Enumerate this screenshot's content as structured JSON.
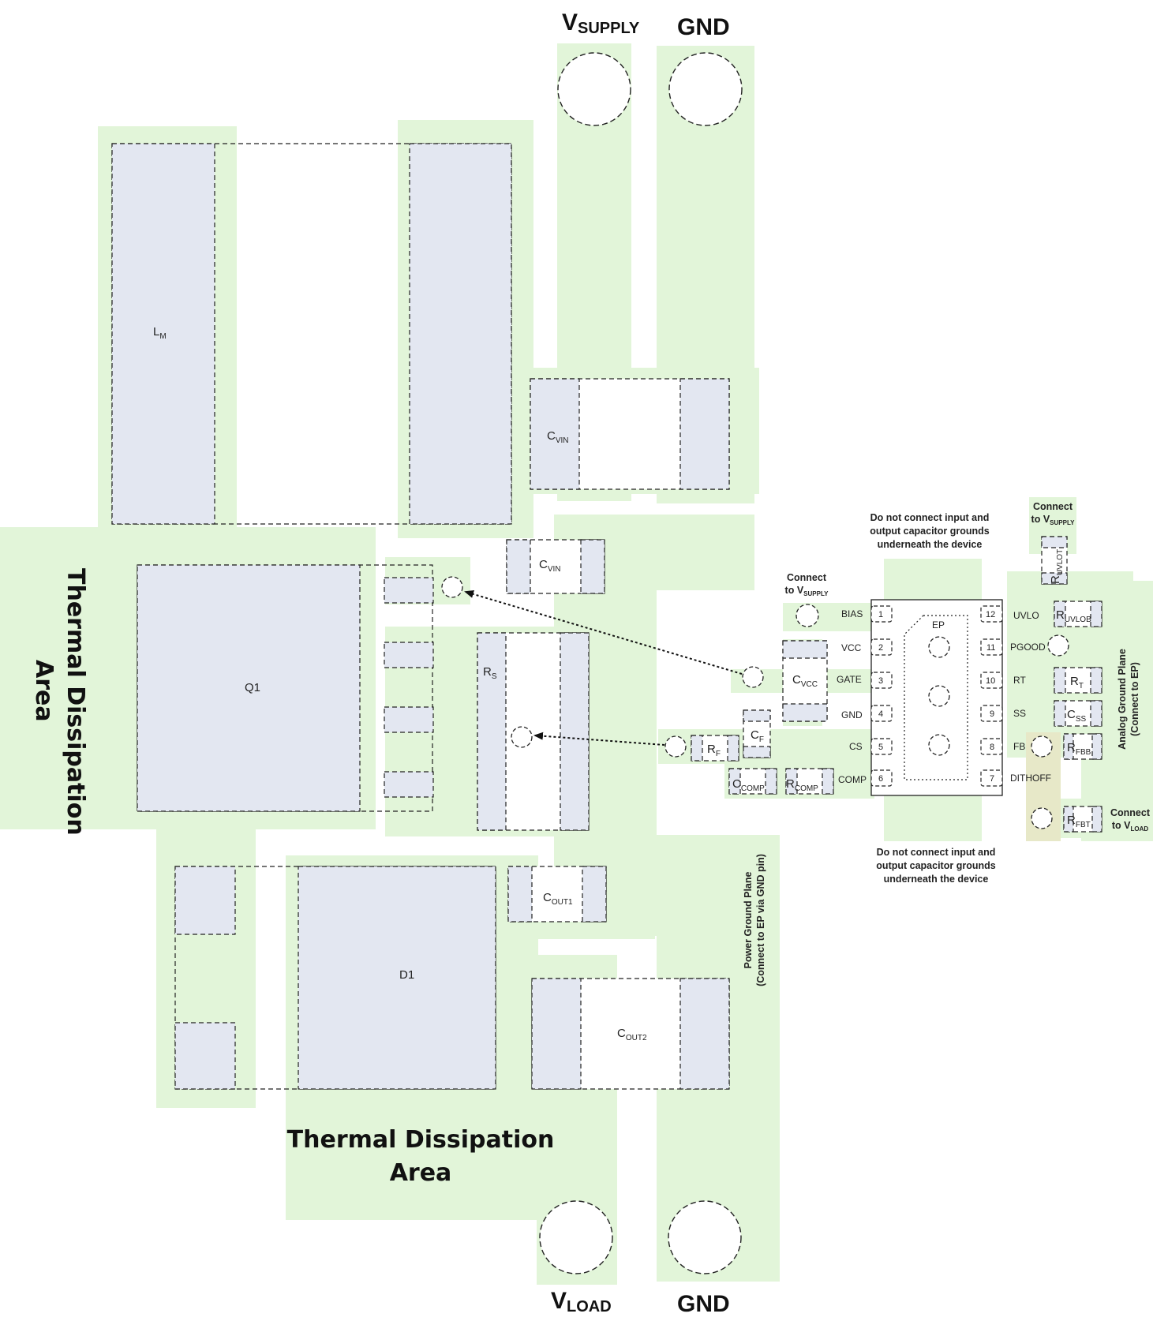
{
  "terminals": {
    "vsupply": {
      "main": "V",
      "sub": "SUPPLY"
    },
    "gnd_top": "GND",
    "vload": {
      "main": "V",
      "sub": "LOAD"
    },
    "gnd_bottom": "GND"
  },
  "thermal": {
    "left_line1": "Thermal Dissipation",
    "left_line2": "Area",
    "bottom_line1": "Thermal Dissipation",
    "bottom_line2": "Area"
  },
  "components": {
    "lm": {
      "main": "L",
      "sub": "M"
    },
    "cvin1": {
      "main": "C",
      "sub": "VIN"
    },
    "cvin2": {
      "main": "C",
      "sub": "VIN"
    },
    "q1": "Q1",
    "rs": {
      "main": "R",
      "sub": "S"
    },
    "d1": "D1",
    "cout1": {
      "main": "C",
      "sub": "OUT1"
    },
    "cout2": {
      "main": "C",
      "sub": "OUT2"
    },
    "cvcc": {
      "main": "C",
      "sub": "VCC"
    },
    "cf": {
      "main": "C",
      "sub": "F"
    },
    "rf": {
      "main": "R",
      "sub": "F"
    },
    "ccomp": {
      "main": "C",
      "sub": "COMP"
    },
    "rcomp": {
      "main": "R",
      "sub": "COMP"
    },
    "ruvlot": {
      "main": "R",
      "sub": "UVLOT"
    },
    "ruvlob": {
      "main": "R",
      "sub": "UVLOB"
    },
    "rt": {
      "main": "R",
      "sub": "T"
    },
    "css": {
      "main": "C",
      "sub": "SS"
    },
    "rfbb": {
      "main": "R",
      "sub": "FBB"
    },
    "rfbt": {
      "main": "R",
      "sub": "FBT"
    }
  },
  "ic": {
    "ep": "EP",
    "left_pins": [
      {
        "num": "1",
        "name": "BIAS"
      },
      {
        "num": "2",
        "name": "VCC"
      },
      {
        "num": "3",
        "name": "GATE"
      },
      {
        "num": "4",
        "name": "GND"
      },
      {
        "num": "5",
        "name": "CS"
      },
      {
        "num": "6",
        "name": "COMP"
      }
    ],
    "right_pins": [
      {
        "num": "12",
        "name": "UVLO"
      },
      {
        "num": "11",
        "name": "PGOOD"
      },
      {
        "num": "10",
        "name": "RT"
      },
      {
        "num": "9",
        "name": "SS"
      },
      {
        "num": "8",
        "name": "FB"
      },
      {
        "num": "7",
        "name": "DITHOFF"
      }
    ]
  },
  "notes": {
    "top_1": "Do not connect input and",
    "top_2": "output capacitor grounds",
    "top_3": "underneath the device",
    "bottom_1": "Do not connect input and",
    "bottom_2": "output capacitor grounds",
    "bottom_3": "underneath the device",
    "bias_connect": "Connect",
    "bias_to": {
      "main": "to V",
      "sub": "SUPPLY"
    },
    "uvlo_connect": "Connect",
    "uvlo_to": {
      "main": "to V",
      "sub": "SUPPLY"
    },
    "fbt_connect": "Connect",
    "fbt_to": {
      "main": "to V",
      "sub": "LOAD"
    },
    "analog_gnd_1": "Analog Ground Plane",
    "analog_gnd_2": "(Connect to EP)",
    "power_gnd_1": "Power Ground Plane",
    "power_gnd_2": "(Connect to EP via GND pin)"
  },
  "colors": {
    "copper": "#e2f5d9",
    "pad": "#e3e7f1",
    "outline": "#222222"
  }
}
